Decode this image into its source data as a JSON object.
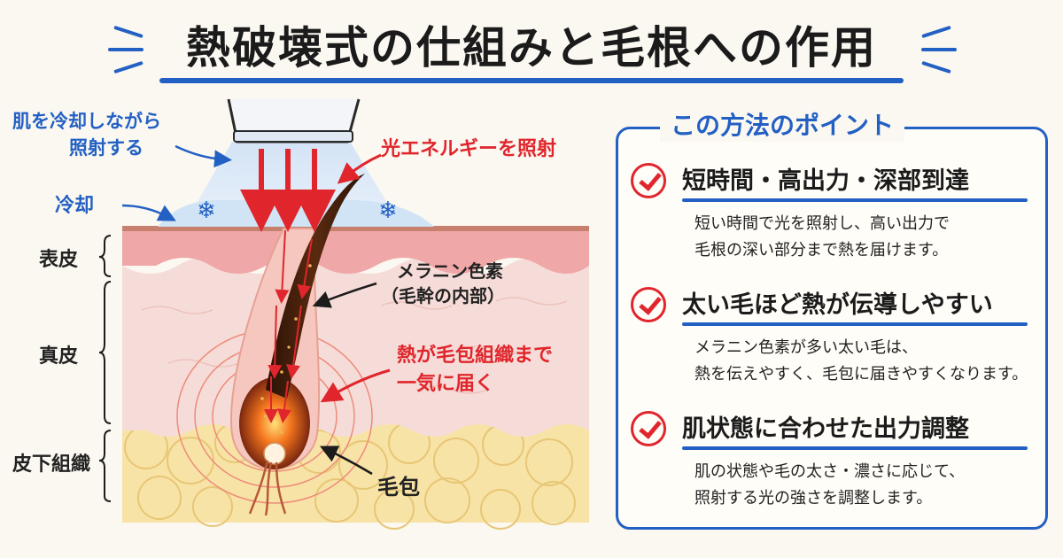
{
  "title": "熱破壊式の仕組みと毛根への作用",
  "colors": {
    "accent_blue": "#2360c4",
    "accent_red": "#e0262c"
  },
  "diagram": {
    "device_label": [
      "肌を冷却しながら",
      "照射する"
    ],
    "light_label": "光エネルギーを照射",
    "cooling_label": "冷却",
    "melanin_label": [
      "メラニン色素",
      "（毛幹の内部）"
    ],
    "heat_label": [
      "熱が毛包組織まで",
      "一気に届く"
    ],
    "follicle_label": "毛包",
    "layers": {
      "epidermis": "表皮",
      "dermis": "真皮",
      "subcutis": "皮下組織"
    }
  },
  "panel": {
    "title": "この方法のポイント",
    "points": [
      {
        "heading": "短時間・高出力・深部到達",
        "body": [
          "短い時間で光を照射し、高い出力で",
          "毛根の深い部分まで熱を届けます。"
        ]
      },
      {
        "heading": "太い毛ほど熱が伝導しやすい",
        "body": [
          "メラニン色素が多い太い毛は、",
          "熱を伝えやすく、毛包に届きやすくなります。"
        ]
      },
      {
        "heading": "肌状態に合わせた出力調整",
        "body": [
          "肌の状態や毛の太さ・濃さに応じて、",
          "照射する光の強さを調整します。"
        ]
      }
    ]
  }
}
